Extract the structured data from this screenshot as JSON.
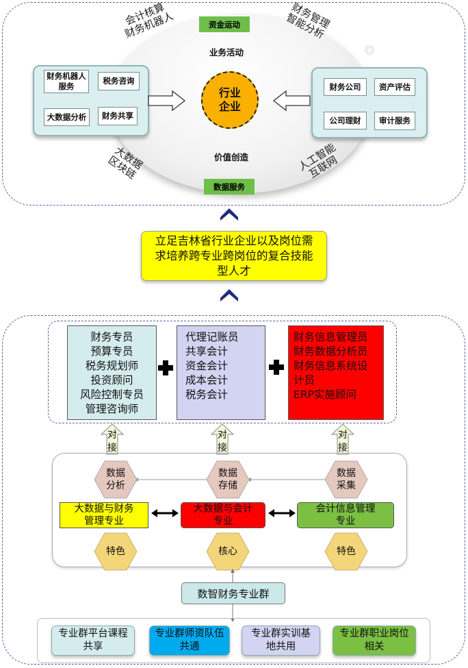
{
  "top": {
    "center_label": "行业\n企业",
    "tag_top": "资金运动",
    "tag_bottom": "数据服务",
    "activity_label": "业务活动",
    "value_label": "价值创造",
    "curved_top_left": "会计核算\n财务机器人",
    "curved_top_right": "财务管理\n智能分析",
    "curved_bottom_left": "大数据\n区块链",
    "curved_bottom_right": "人工智能\n互联网",
    "left_items": [
      "财务机器人\n服务",
      "税务咨询",
      "大数据分析",
      "财务共享"
    ],
    "right_items": [
      "财务公司",
      "资产评估",
      "公司理财",
      "审计服务"
    ]
  },
  "goal": {
    "text": "立足吉林省行业企业以及岗位需\n求培养跨专业跨岗位的复合技能\n型人才"
  },
  "roles": {
    "col1": "财务专员\n预算专员\n税务规划师\n投资顾问\n风险控制专员\n管理咨询师",
    "col2": "代理记账员\n共享会计\n资金会计\n成本会计\n税务会计",
    "col3": "财务信息管理员\n财务数据分析员\n财务信息系统设\n计员\nERP实施顾问"
  },
  "connect_label": "对\n接",
  "majors": {
    "hex_top": [
      "数据\n分析",
      "数据\n存储",
      "数据\n采集"
    ],
    "left": "大数据与财务\n管理专业",
    "middle": "大数据与会计\n专业",
    "right": "会计信息管理\n专业",
    "hex_bottom": [
      "特色",
      "核心",
      "特色"
    ]
  },
  "group_label": "数智财务专业群",
  "bottom_boxes": [
    "专业群平台课程\n共享",
    "专业群师资队伍\n共通",
    "专业群实训基\n地共用",
    "专业群职业岗位\n相关"
  ],
  "colors": {
    "yellow": "#ffff00",
    "red": "#ff0000",
    "green": "#7bc043",
    "teal": "#d5ecee",
    "lavender": "#d3d3f2",
    "hex": "#e5c8bf",
    "hex_gold": "#f4d67a",
    "chevron": "#1f2a7a"
  }
}
